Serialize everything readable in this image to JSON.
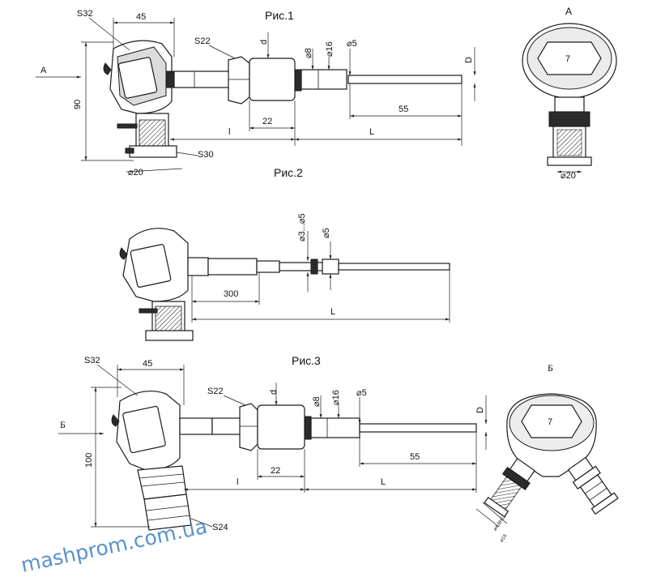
{
  "figures": {
    "fig1": {
      "title": "Рис.1",
      "view_marker": "A",
      "view_title": "A",
      "labels": {
        "s32": "S32",
        "w45": "45",
        "h90": "90",
        "s22": "S22",
        "d": "d",
        "dia8": "⌀8",
        "dia16": "⌀16",
        "dia5": "⌀5",
        "D": "D",
        "w22": "22",
        "w55": "55",
        "l": "l",
        "L": "L",
        "s30": "S30",
        "dia20": "⌀20",
        "view_dia20": "⌀20",
        "cap_num": "7"
      }
    },
    "fig2": {
      "title": "Рис.2",
      "labels": {
        "dia3_5": "⌀3...⌀5",
        "dia5": "⌀5",
        "w300": "300",
        "L": "L"
      }
    },
    "fig3": {
      "title": "Рис.3",
      "view_marker": "Б",
      "view_title": "Б",
      "labels": {
        "s32": "S32",
        "w45": "45",
        "h100": "100",
        "s22": "S22",
        "d": "d",
        "dia8": "⌀8",
        "dia16": "⌀16",
        "dia5": "⌀5",
        "D": "D",
        "w22": "22",
        "w55": "55",
        "l": "l",
        "L": "L",
        "s24": "S24",
        "cable1": "⌀4,6H11",
        "cable2": "⌀16",
        "cap_num": "7"
      }
    }
  },
  "watermark": "mashprom.com.ua"
}
